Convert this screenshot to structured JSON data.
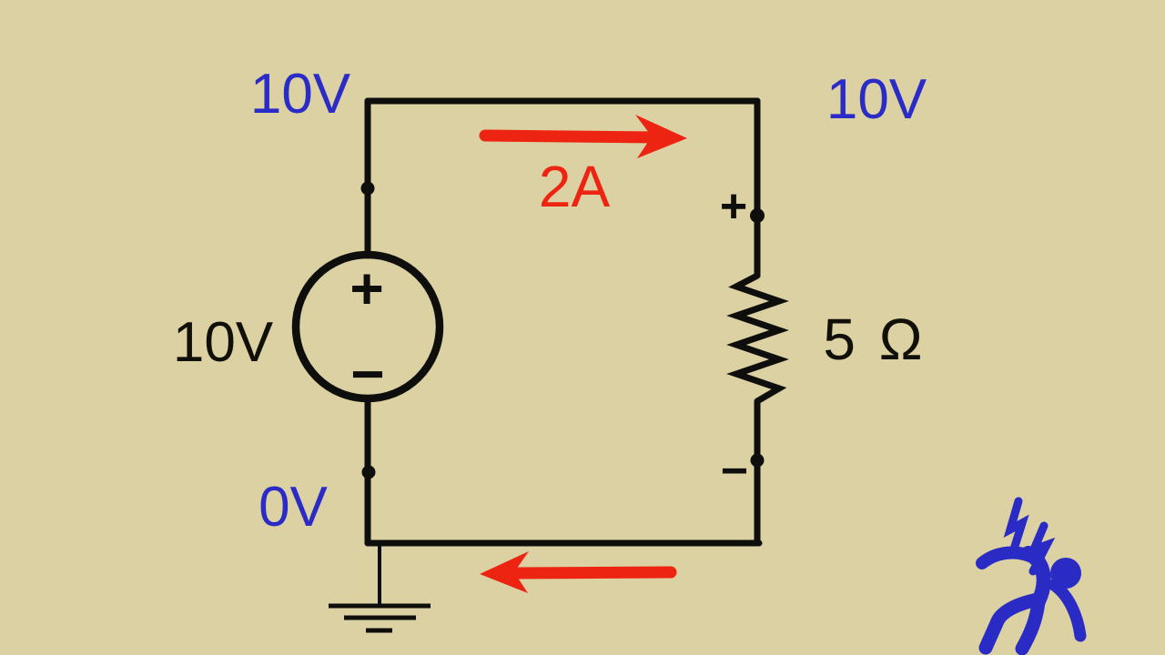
{
  "canvas": {
    "background_color": "#dcd1a2"
  },
  "colors": {
    "wire_black": "#0e0e0c",
    "node_label_blue": "#2b2bc8",
    "annotation_red": "#ee2412",
    "logo_blue": "#2a2ac4"
  },
  "labels": {
    "node_top_left": "10V",
    "node_top_right": "10V",
    "node_bottom_left": "0V",
    "source_value": "10V",
    "current_value": "2A",
    "resistor_value": "5 Ω",
    "source_polarity_plus": "+",
    "source_polarity_minus": "−",
    "resistor_polarity_plus": "+",
    "resistor_polarity_minus": "−"
  },
  "icons": {
    "voltage_source": "circle-voltage-source-symbol",
    "resistor": "zigzag-resistor-symbol",
    "ground": "earth-ground-symbol",
    "current_arrow_top": "red-arrow-right",
    "current_arrow_bottom": "red-arrow-left",
    "logo": "electrocuted-person-with-lightning-bolt"
  }
}
